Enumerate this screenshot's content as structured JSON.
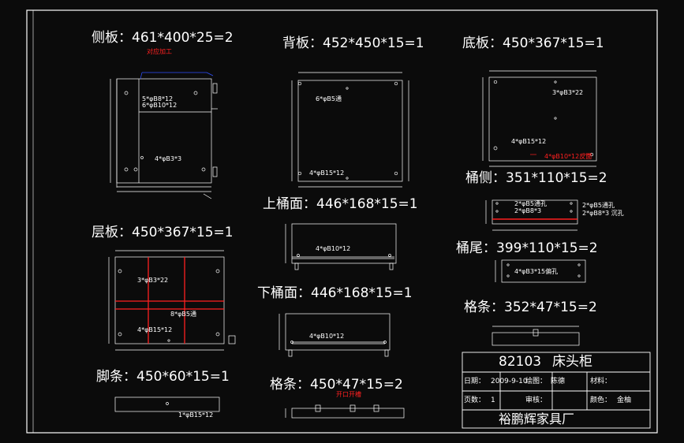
{
  "colors": {
    "background": "#0b0b0b",
    "line": "#ffffff",
    "highlight": "#ff2020",
    "dimension": "#3050ff"
  },
  "parts": {
    "side_panel": {
      "title": "侧板：461*400*25=2",
      "note": "对应加工",
      "holes_a": "5*φB8*12",
      "holes_b": "6*φB10*12",
      "holes_c": "4*φB3*3"
    },
    "back_panel": {
      "title": "背板：452*450*15=1",
      "holes_a": "6*φB5通",
      "holes_b": "4*φB15*12"
    },
    "bottom_panel": {
      "title": "底板：450*367*15=1",
      "holes_a": "3*φB3*22",
      "holes_b": "4*φB15*12",
      "holes_c": "4*φB10*12反面"
    },
    "drawer_side": {
      "title": "桶侧：351*110*15=2",
      "holes_a": "2*φB5通孔",
      "holes_b": "2*φB8*3",
      "holes_c": "2*φB5通孔",
      "holes_d": "2*φB8*3 沉孔"
    },
    "layer_panel": {
      "title": "层板：450*367*15=1",
      "holes_a": "3*φB3*22",
      "holes_b": "8*φB5通",
      "holes_c": "4*φB15*12"
    },
    "drawer_top": {
      "title": "上桶面：446*168*15=1",
      "holes_a": "4*φB10*12"
    },
    "drawer_tail": {
      "title": "桶尾：399*110*15=2",
      "holes_a": "4*φB3*15偏孔"
    },
    "drawer_bottom": {
      "title": "下桶面：446*168*15=1",
      "holes_a": "4*φB10*12"
    },
    "strip_small": {
      "title": "格条：352*47*15=2"
    },
    "foot_strip": {
      "title": "脚条：450*60*15=1",
      "holes_a": "1*φB15*12"
    },
    "strip": {
      "title": "格条：450*47*15=2",
      "note": "开口开槽"
    }
  },
  "title_block": {
    "code": "82103",
    "name": "床头柜",
    "date_label": "日期：",
    "date_value": "2009-9-10",
    "drafter_label": "绘图：",
    "drafter_value": "陈德",
    "material_label": "材料：",
    "material_value": "",
    "pages_label": "页数：",
    "pages_value": "1",
    "checker_label": "审核：",
    "checker_value": "",
    "color_label": "颜色：",
    "color_value": "金柚",
    "company": "裕鹏辉家具厂"
  }
}
